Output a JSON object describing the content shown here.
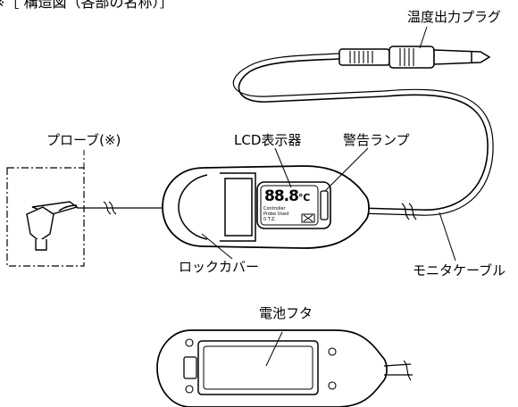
{
  "title": "※［ 構造図（各部の名称）］",
  "labels": {
    "temp_plug": "温度出力プラグ",
    "probe": "プローブ(※)",
    "lcd": "LCD表示器",
    "warning_lamp": "警告ランプ",
    "lock_cover": "ロックカバー",
    "monitor_cable": "モニタケーブル",
    "battery_cover": "電池フタ"
  },
  "lcd_screen": {
    "reading": "88.8",
    "unit": "℃",
    "line1": "Controller",
    "line2": "Probe Used",
    "line3": "0.T.Z."
  }
}
